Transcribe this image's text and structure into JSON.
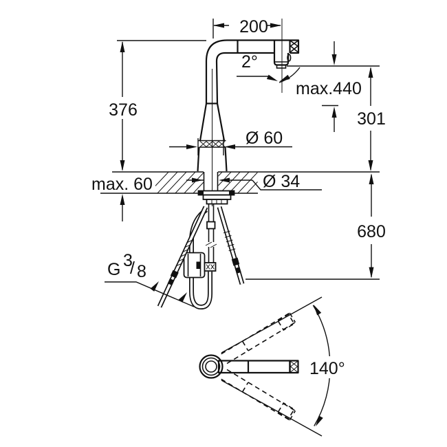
{
  "drawing": {
    "type": "technical-dimension-drawing",
    "subject": "pull-out kitchen faucet installation dimensions, side view and top swivel view",
    "colors": {
      "line": "#111111",
      "background": "#ffffff"
    },
    "dimensions": {
      "spout_reach": "200",
      "spray_tilt_angle": "2°",
      "max_height": "max.440",
      "body_height": "376",
      "outlet_height": "301",
      "base_diameter": "Ø 60",
      "deck_thickness": "max. 60",
      "hole_diameter": "Ø 34",
      "hose_length": "680",
      "swivel_range": "140°"
    },
    "thread": {
      "letter": "G",
      "numerator": "3",
      "slash": "/",
      "denominator": "8"
    }
  }
}
